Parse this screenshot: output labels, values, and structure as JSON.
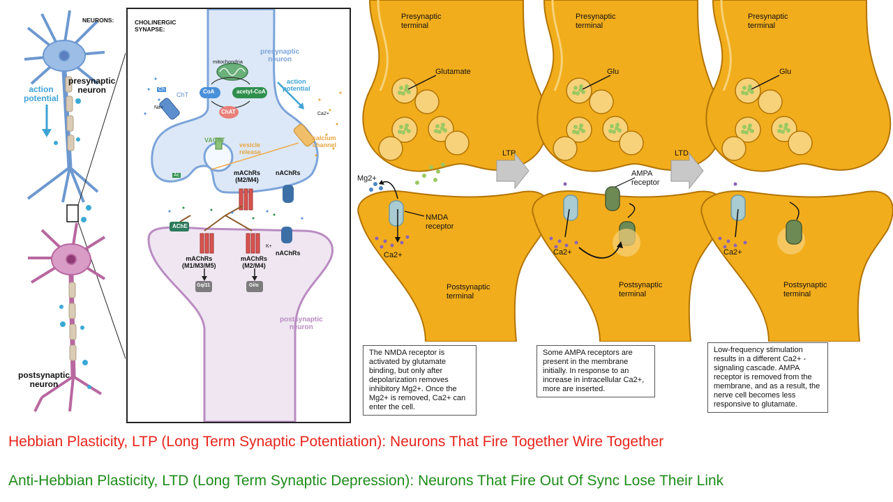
{
  "colors": {
    "terminal_fill": "#f2ad1c",
    "terminal_stroke": "#b27405",
    "neuron_blue": "#7ba7dd",
    "neuron_pink": "#c77fb3",
    "nmda": "#a9ccd2",
    "ampa": "#6d8a55",
    "ltp_caption": "#e8231b",
    "ltd_caption": "#1e8c1a"
  },
  "neurons": {
    "title": "NEURONS:",
    "action_potential": "action\npotential",
    "presynaptic": "presynaptic\nneuron",
    "postsynaptic": "postsynaptic\nneuron"
  },
  "synapse": {
    "title": "CHOLINERGIC\nSYNAPSE:",
    "presynaptic_neuron": "presynaptic\nneuron",
    "postsynaptic_neuron": "postsynaptic\nneuron",
    "mitochondria": "mitochondria",
    "coa": "CoA",
    "acetyl_coa": "acetyl-CoA",
    "chat": "ChAT",
    "cht": "ChT",
    "ch": "Ch",
    "ac": "Ac",
    "na": "Na+",
    "k": "K+",
    "ca": "Ca2+",
    "vacht": "VAChT",
    "vesicle_release": "vesicle\nrelease",
    "action_potential": "action\npotential",
    "calcium_channel": "calcium\nchannel",
    "machrs_m2m4": "mAChRs\n(M2/M4)",
    "nachrs": "nAChRs",
    "ache": "AChE",
    "machrs_m1": "mAChRs\n(M1/M3/M5)",
    "gq11": "Gq/11",
    "gio": "Gi/o"
  },
  "panels": [
    {
      "presynaptic": "Presynaptic\nterminal",
      "postsynaptic": "Postsynaptic\nterminal",
      "vesicle_label": "Glutamate",
      "mg": "Mg2+",
      "receptor_label": "NMDA\nreceptor",
      "ca": "Ca2+",
      "description": "The NMDA receptor is activated by glutamate binding, but only after depolarization removes inhibitory Mg2+. Once the Mg2+ is removed, Ca2+ can enter the cell."
    },
    {
      "presynaptic": "Presynaptic\nterminal",
      "postsynaptic": "Postsynaptic\nterminal",
      "vesicle_label": "Glu",
      "receptor_label": "AMPA\nreceptor",
      "ca": "Ca2+",
      "description": "Some AMPA receptors are present in the membrane initially. In response to an increase in intracellular Ca2+, more are inserted."
    },
    {
      "presynaptic": "Presynaptic\nterminal",
      "postsynaptic": "Postsynaptic\nterminal",
      "vesicle_label": "Glu",
      "ca": "Ca2+",
      "description": "Low-frequency stimulation results in a different Ca2+ -signaling cascade. AMPA receptor is removed from the membrane, and as a result, the nerve cell becomes less responsive to glutamate."
    }
  ],
  "arrows": {
    "ltp": "LTP",
    "ltd": "LTD"
  },
  "captions": {
    "ltp": "Hebbian Plasticity, LTP (Long Term Synaptic Potentiation): Neurons That Fire Together Wire Together",
    "ltd": "Anti-Hebbian Plasticity, LTD (Long Term Synaptic Depression): Neurons That Fire Out Of Sync Lose Their Link"
  }
}
